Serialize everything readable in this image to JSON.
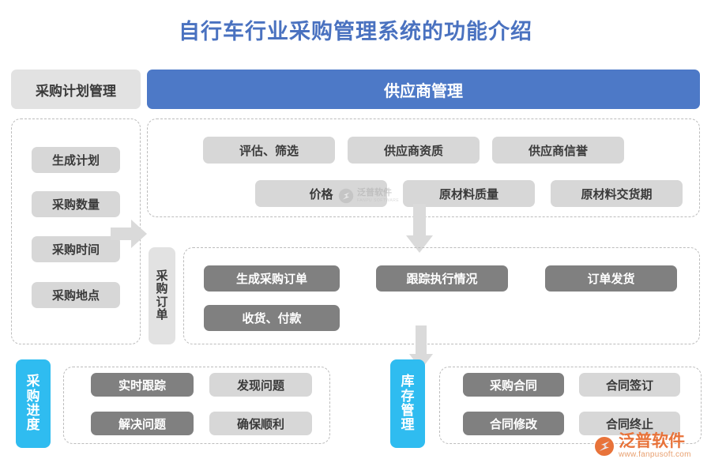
{
  "page": {
    "title": "自行车行业采购管理系统的功能介绍"
  },
  "header": {
    "plan_label": "采购计划管理",
    "supplier_label": "供应商管理"
  },
  "plan_panel": {
    "items": [
      {
        "label": "生成计划",
        "style": "light"
      },
      {
        "label": "采购数量",
        "style": "light"
      },
      {
        "label": "采购时间",
        "style": "light"
      },
      {
        "label": "采购地点",
        "style": "light"
      }
    ]
  },
  "supplier_panel": {
    "items": [
      {
        "label": "评估、筛选",
        "style": "light"
      },
      {
        "label": "供应商资质",
        "style": "light"
      },
      {
        "label": "供应商信誉",
        "style": "light"
      },
      {
        "label": "价格",
        "style": "light"
      },
      {
        "label": "原材料质量",
        "style": "light"
      },
      {
        "label": "原材料交货期",
        "style": "light"
      }
    ]
  },
  "order_panel": {
    "side_label": "采购订单",
    "items": [
      {
        "label": "生成采购订单",
        "style": "dark"
      },
      {
        "label": "跟踪执行情况",
        "style": "dark"
      },
      {
        "label": "订单发货",
        "style": "dark"
      },
      {
        "label": "收货、付款",
        "style": "dark"
      }
    ]
  },
  "progress_panel": {
    "side_label": "采购进度",
    "items": [
      {
        "label": "实时跟踪",
        "style": "dark"
      },
      {
        "label": "发现问题",
        "style": "light"
      },
      {
        "label": "解决问题",
        "style": "dark"
      },
      {
        "label": "确保顺利",
        "style": "light"
      }
    ]
  },
  "inventory_panel": {
    "side_label": "库存管理",
    "items": [
      {
        "label": "采购合同",
        "style": "dark"
      },
      {
        "label": "合同签订",
        "style": "light"
      },
      {
        "label": "合同修改",
        "style": "dark"
      },
      {
        "label": "合同终止",
        "style": "light"
      }
    ]
  },
  "branding": {
    "name": "泛普软件",
    "url": "www.fanpusoft.com",
    "watermark_name": "泛普软件",
    "watermark_sub": "FANPU SOFTWARE"
  },
  "colors": {
    "title_blue": "#4a72c0",
    "banner_blue": "#4d79c7",
    "accent_cyan": "#2fbcf0",
    "chip_light": "#d7d7d7",
    "chip_dark": "#808080",
    "panel_border": "#bcbcbc",
    "brand_orange": "#e8733a"
  }
}
